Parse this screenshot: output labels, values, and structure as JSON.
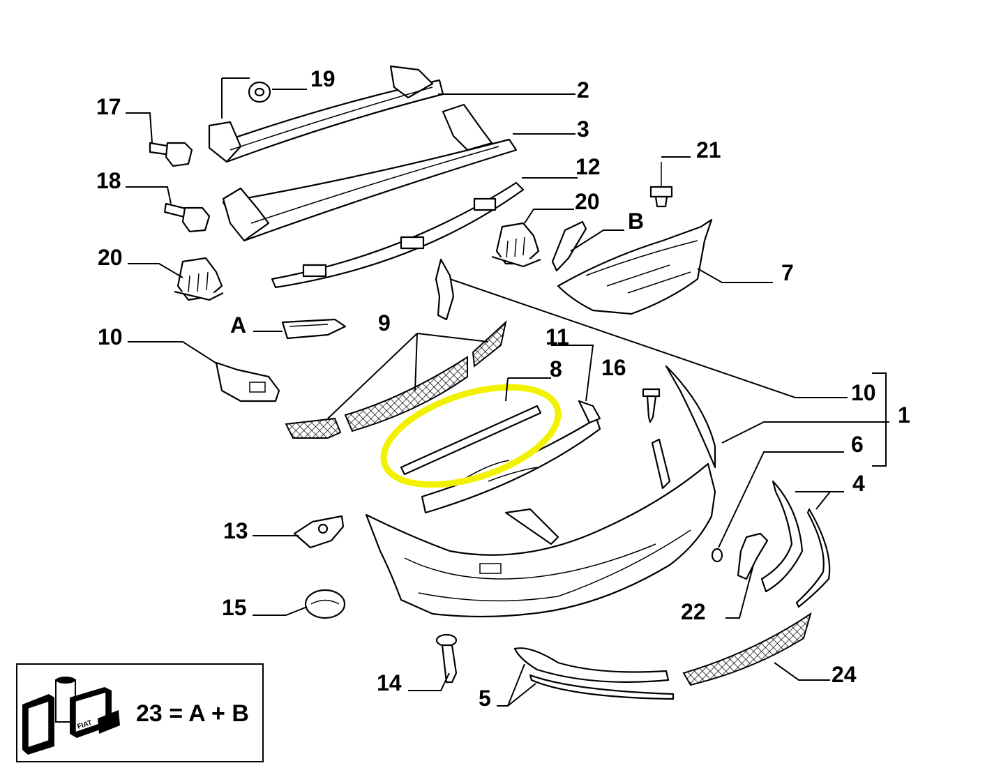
{
  "callouts": {
    "c1": "1",
    "c2": "2",
    "c3": "3",
    "c4": "4",
    "c5": "5",
    "c6": "6",
    "c7": "7",
    "c8": "8",
    "c9": "9",
    "c10a": "10",
    "c10b": "10",
    "c11": "11",
    "c12": "12",
    "c13": "13",
    "c14": "14",
    "c15": "15",
    "c16": "16",
    "c17": "17",
    "c18": "18",
    "c19": "19",
    "c20a": "20",
    "c20b": "20",
    "c21": "21",
    "c22": "22",
    "c24": "24",
    "cA": "A",
    "cB": "B"
  },
  "legend": {
    "formula": "23 = A + B",
    "brand_mark": "FIAT"
  },
  "colors": {
    "highlight": "#f2f200",
    "line": "#000000",
    "background": "#ffffff"
  }
}
